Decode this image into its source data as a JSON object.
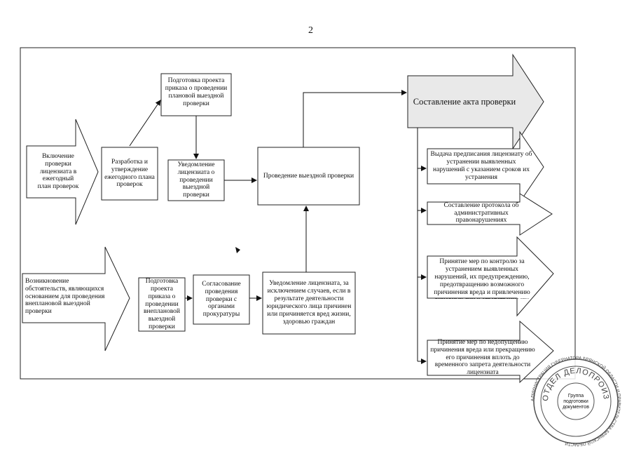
{
  "page_number": "2",
  "start_planned": "Включение проверки лицензиата в ежегодный план проверок",
  "plan_development": "Разработка и утверждение ежегодного плана проверок",
  "planned_order": "Подготовка проекта приказа о проведении плановой выездной проверки",
  "planned_notice": "Уведомление лицензиата о проведении выездной проверки",
  "start_unplanned": "Возникновение обстоятельств, являющихся основанием для проведения внеплановой выездной проверки",
  "unplanned_order": "Подготовка проекта приказа о проведении внеплановой выездной проверки",
  "prosecutor_approval": "Согласование проведения проверки с органами прокуратуры",
  "unplanned_notice": "Уведомление лицензиата, за исключением случаев, если в результате деятельности юридического лица причинен или причиняется вред жизни, здоровью граждан",
  "inspection": "Проведение выездной проверки",
  "act": "Составление акта проверки",
  "outcomes": [
    "Выдача предписания лицензиату об устранении выявленных нарушений с указанием сроков их устранения",
    "Составление протокола об административных правонарушениях",
    "Принятие мер по контролю за устранением выявленных нарушений, их предупреждению, предотвращению возможного причинения вреда и привлечению виновных лиц к ответственности",
    "Принятие мер по недопущению причинения вреда или прекращению его причинения вплоть до временного запрета деятельности лицензиата"
  ],
  "stamp": {
    "ring_text": "АДМИНИСТРАЦИЯ ГУБЕРНАТОРА БРЯНСКОЙ ОБЛАСТИ И ПРАВИТЕЛЬСТВА БРЯНСКОЙ ОБЛАСТИ",
    "arc_text": "ОТДЕЛ ДЕЛОПРОИЗВОДСТВА",
    "center_text": "Группа подготовки документов"
  }
}
